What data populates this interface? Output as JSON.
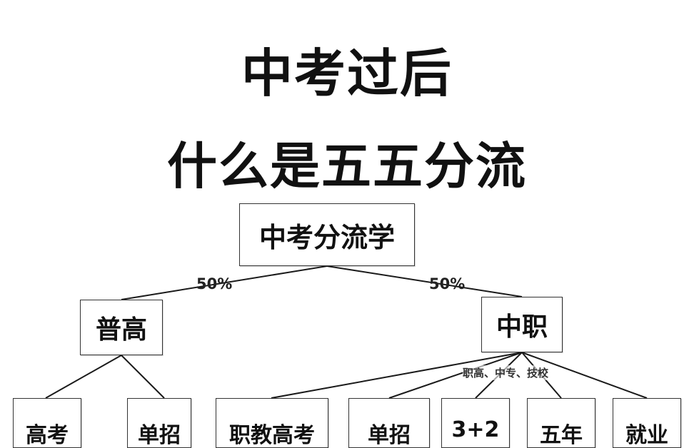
{
  "title": {
    "line1": "中考过后",
    "line2": "什么是五五分流"
  },
  "tree": {
    "root": "中考分流学",
    "left_branch": {
      "label": "普高",
      "percent": "50%",
      "children": [
        "高考",
        "单招"
      ]
    },
    "right_branch": {
      "label": "中职",
      "percent": "50%",
      "note": "职高、中专、技校",
      "children": [
        "职教高考",
        "单招",
        "3+2",
        "五年",
        "就业"
      ]
    }
  }
}
